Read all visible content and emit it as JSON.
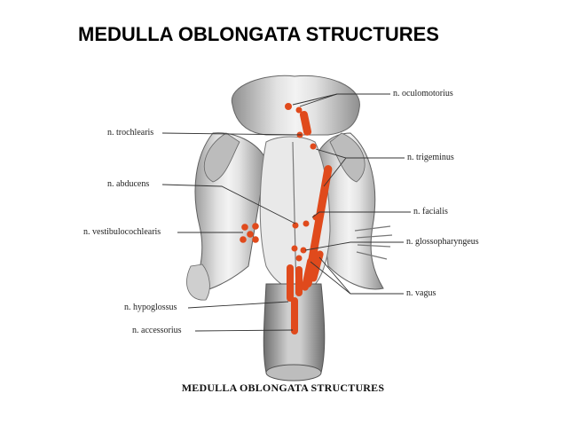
{
  "slide": {
    "title": "MEDULLA OBLONGATA STRUCTURES"
  },
  "figure": {
    "caption": "MEDULLA OBLONGATA STRUCTURES",
    "labels": {
      "oculomotorius": "n. oculomotorius",
      "trochlearis": "n. trochlearis",
      "trigeminus": "n. trigeminus",
      "abducens": "n. abducens",
      "facialis": "n. facialis",
      "vestibulocochlearis": "n. vestibulocochlearis",
      "glossopharyngeus": "n. glossopharyngeus",
      "vagus": "n. vagus",
      "hypoglossus": "n. hypoglossus",
      "accessorius": "n. accessorius"
    },
    "colors": {
      "nucleus": "#e04a1c",
      "tissue_light": "#d9d9d9",
      "tissue_mid": "#a8a8a8",
      "tissue_dark": "#5f5f5f",
      "leader_line": "#333333"
    }
  }
}
